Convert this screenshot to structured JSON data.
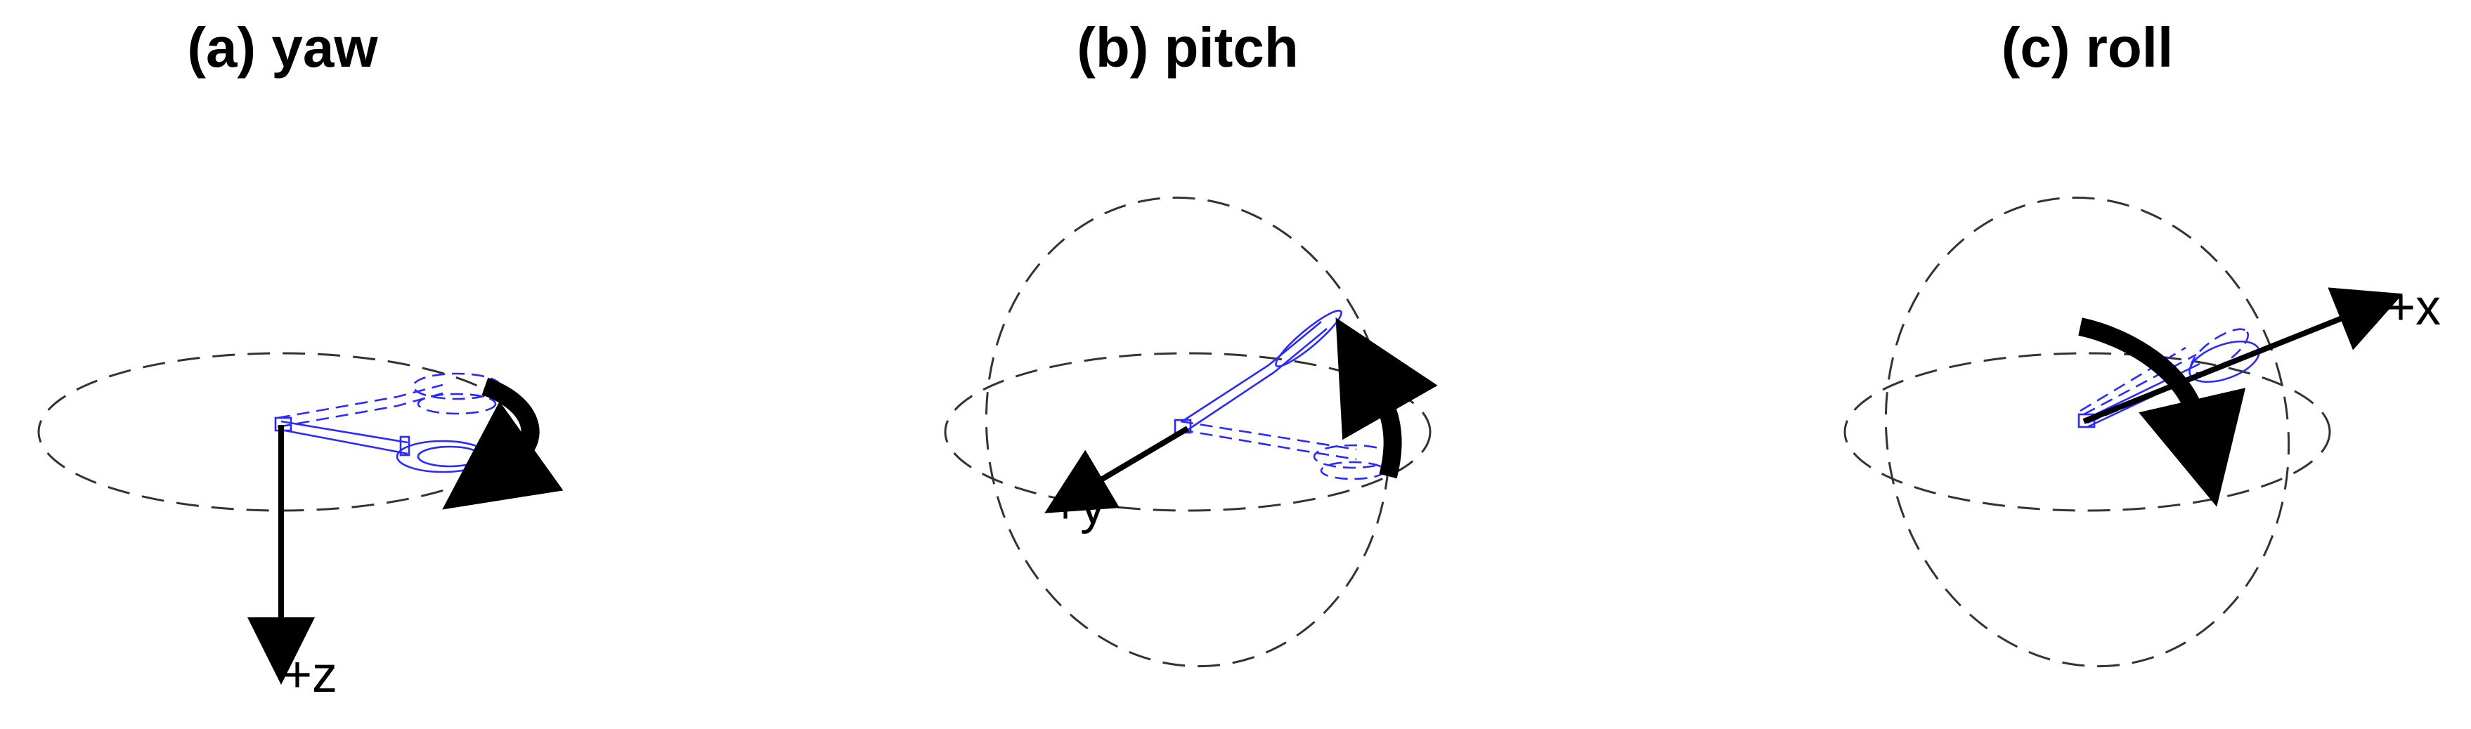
{
  "panels": [
    {
      "title": "(a) yaw",
      "axis_label": "+z"
    },
    {
      "title": "(b) pitch",
      "axis_label": "+y"
    },
    {
      "title": "(c) roll",
      "axis_label": "+x"
    }
  ],
  "colors": {
    "background": "#ffffff",
    "guide_ellipse": "#333333",
    "tool_outline": "#2a2aff",
    "axis_arrow": "#000000"
  }
}
